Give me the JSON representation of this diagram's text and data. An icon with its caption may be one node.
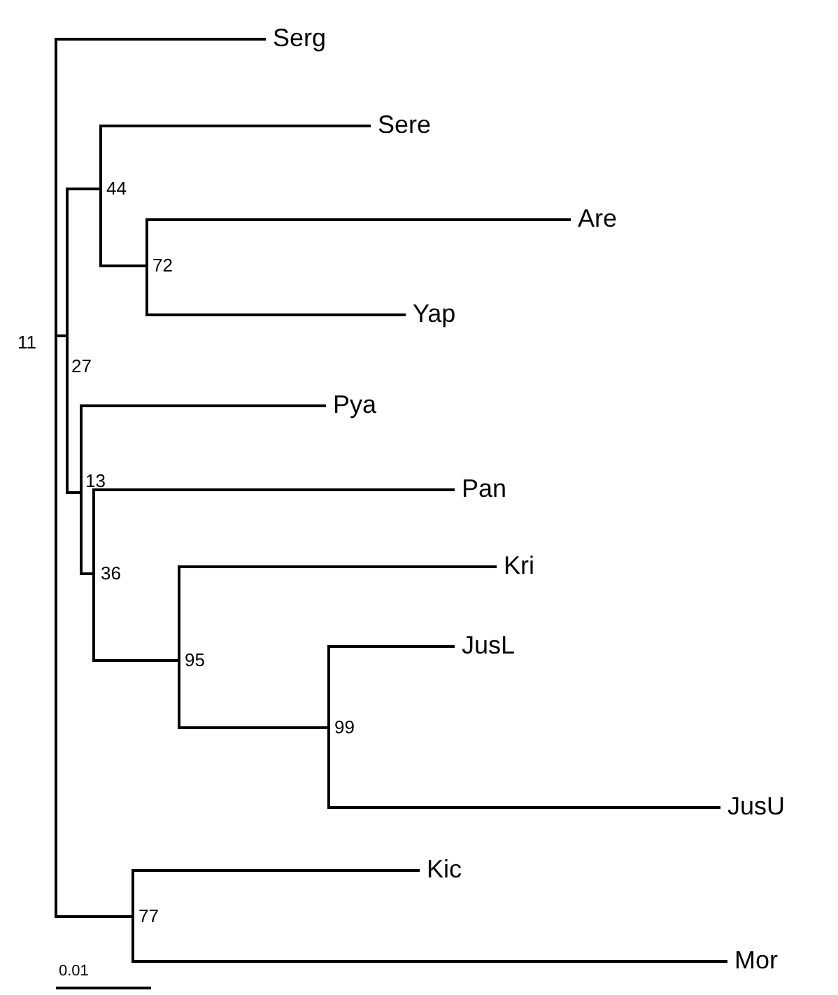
{
  "diagram": {
    "nodes": [
      {
        "text": [],
        "shape": "bar",
        "beside": [
          "11"
        ]
      },
      {
        "text": [
          "Serg"
        ]
      },
      {
        "text": [],
        "shape": "bar",
        "beside": [
          "27"
        ]
      },
      {
        "text": [],
        "shape": "bar",
        "beside": [
          "44"
        ]
      },
      {
        "text": [
          "Sere"
        ]
      },
      {
        "text": [],
        "shape": "bar",
        "beside": [
          "72"
        ]
      },
      {
        "text": [
          "Are"
        ]
      },
      {
        "text": [
          "Yap"
        ]
      },
      {
        "text": [],
        "shape": "bar",
        "beside": [
          "13"
        ]
      },
      {
        "text": [
          "Pya"
        ]
      },
      {
        "text": [],
        "shape": "bar",
        "beside": [
          "36"
        ]
      },
      {
        "text": [
          "Pan"
        ]
      },
      {
        "text": [],
        "shape": "bar",
        "beside": [
          "95"
        ]
      },
      {
        "text": [
          "Kri"
        ]
      },
      {
        "text": [],
        "shape": "bar",
        "beside": [
          "99"
        ]
      },
      {
        "text": [
          "JusL"
        ]
      },
      {
        "text": [
          "JusU"
        ]
      },
      {
        "text": [],
        "shape": "bar",
        "beside": [
          "77"
        ]
      },
      {
        "text": [
          "Kic"
        ]
      },
      {
        "text": [
          "Mor"
        ]
      }
    ],
    "edges": [
      {
        "from": 0,
        "to": 1,
        "arrow": "none"
      },
      {
        "from": 0,
        "to": 2,
        "arrow": "none"
      },
      {
        "from": 2,
        "to": 3,
        "arrow": "none"
      },
      {
        "from": 3,
        "to": 4,
        "arrow": "none"
      },
      {
        "from": 3,
        "to": 5,
        "arrow": "none"
      },
      {
        "from": 5,
        "to": 6,
        "arrow": "none"
      },
      {
        "from": 5,
        "to": 7,
        "arrow": "none"
      },
      {
        "from": 2,
        "to": 8,
        "arrow": "none"
      },
      {
        "from": 8,
        "to": 9,
        "arrow": "none"
      },
      {
        "from": 8,
        "to": 10,
        "arrow": "none"
      },
      {
        "from": 10,
        "to": 11,
        "arrow": "none"
      },
      {
        "from": 10,
        "to": 12,
        "arrow": "none"
      },
      {
        "from": 12,
        "to": 13,
        "arrow": "none"
      },
      {
        "from": 12,
        "to": 14,
        "arrow": "none"
      },
      {
        "from": 14,
        "to": 15,
        "arrow": "none"
      },
      {
        "from": 14,
        "to": 16,
        "arrow": "none"
      },
      {
        "from": 0,
        "to": 17,
        "arrow": "none"
      },
      {
        "from": 17,
        "to": 18,
        "arrow": "none"
      },
      {
        "from": 17,
        "to": 19,
        "arrow": "none"
      }
    ],
    "labels": [
      "0.01"
    ]
  }
}
